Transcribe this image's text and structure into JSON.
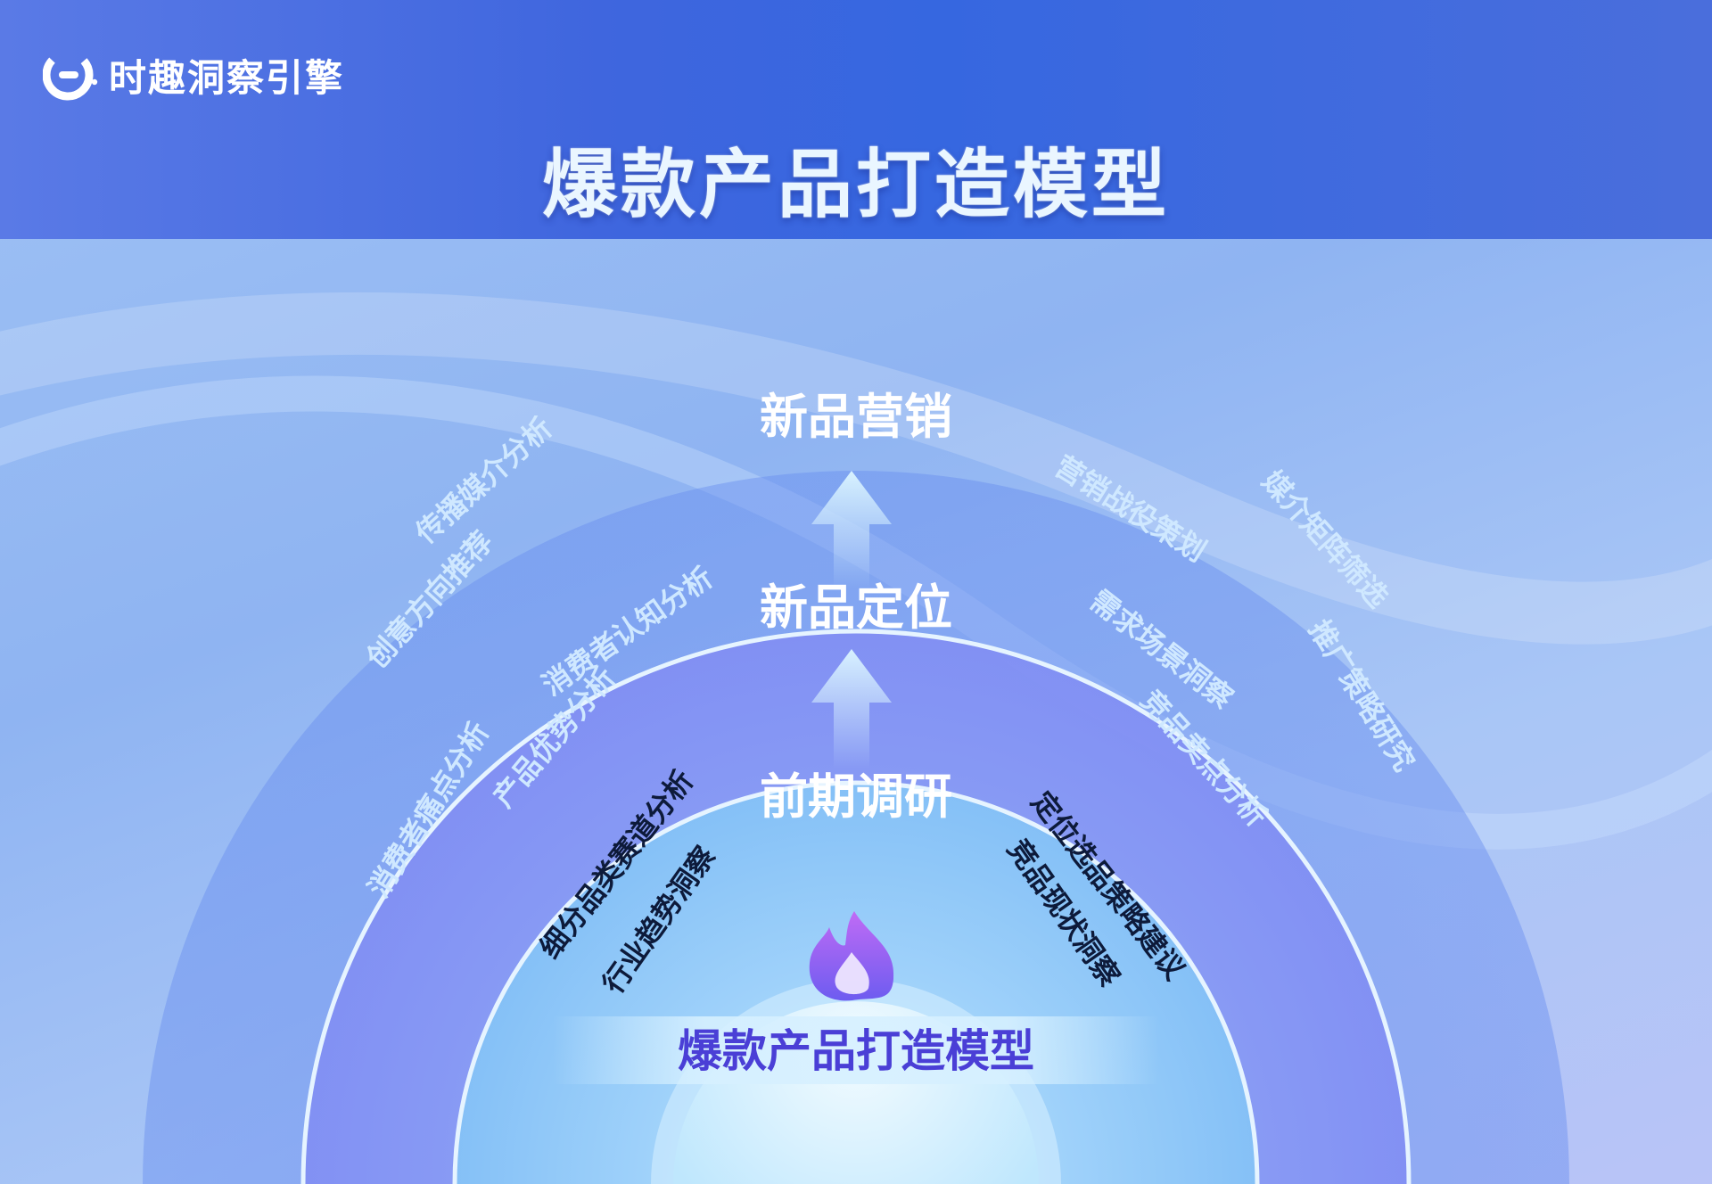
{
  "header": {
    "logo_text": "时趣洞察引擎",
    "title": "爆款产品打造模型"
  },
  "diagram": {
    "stages": {
      "outer": "新品营销",
      "middle": "新品定位",
      "inner": "前期调研"
    },
    "outer_left": [
      "传播媒介分析",
      "创意方向推荐"
    ],
    "outer_right": [
      "营销战役策划",
      "媒介矩阵筛选",
      "推广策略研究"
    ],
    "middle_left": [
      "消费者认知分析",
      "消费者痛点分析",
      "产品优势分析"
    ],
    "middle_right": [
      "需求场景洞察",
      "竞品卖点分析"
    ],
    "inner_left": [
      "细分品类赛道分析",
      "行业趋势洞察"
    ],
    "inner_right": [
      "定位选品策略建议",
      "竞品现状洞察"
    ],
    "core_label": "爆款产品打造模型",
    "core_icon": "flame-icon"
  },
  "colors": {
    "header": "#3f66de",
    "outer_text": "#cfe8ff",
    "inner_text": "#0d1a3a",
    "core_text": "#4a3fd6",
    "flame": "#9b5cf0"
  }
}
